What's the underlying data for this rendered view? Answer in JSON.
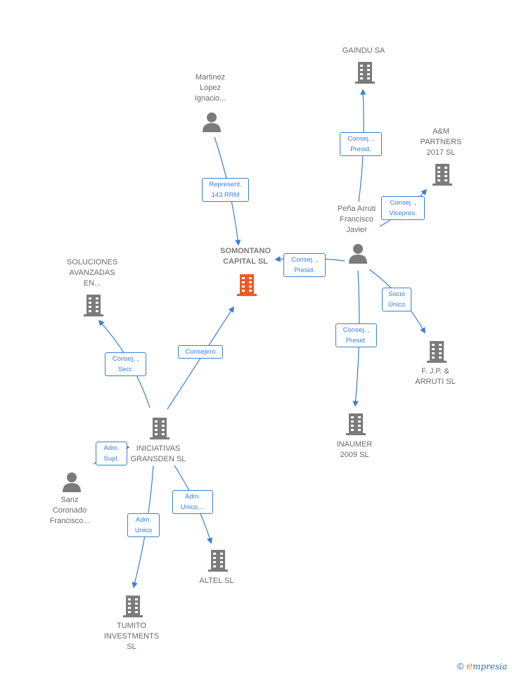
{
  "colors": {
    "edge": "#3a7fd5",
    "node_gray": "#7b7b7b",
    "focus": "#f05a22"
  },
  "nodes": {
    "somontano": {
      "label": "SOMONTANO\nCAPITAL  SL",
      "type": "company",
      "focus": true
    },
    "martinez": {
      "label": "Martinez\nLopez\nIgnacio...",
      "type": "person"
    },
    "gaindu": {
      "label": "GAINDU SA",
      "type": "company"
    },
    "am_partners": {
      "label": "A&M\nPARTNERS\n2017  SL",
      "type": "company"
    },
    "pena": {
      "label": "Peña Arruti\nFrancisco\nJavier",
      "type": "person"
    },
    "soluciones": {
      "label": "SOLUCIONES\nAVANZADAS\nEN...",
      "type": "company"
    },
    "fjp": {
      "label": "F. J.P. &\nARRUTI  SL",
      "type": "company"
    },
    "inaumer": {
      "label": "INAUMER\n2009 SL",
      "type": "company"
    },
    "iniciativas": {
      "label": "INICIATIVAS\nGRANSDEN  SL",
      "type": "company"
    },
    "sanz": {
      "label": "Sanz\nCoronado\nFrancisco...",
      "type": "person"
    },
    "altel": {
      "label": "ALTEL SL",
      "type": "company"
    },
    "tumito": {
      "label": "TUMITO\nINVESTMENTS\nSL",
      "type": "company"
    }
  },
  "edges": {
    "martinez_somontano": {
      "label": "Represent.\n143 RRM"
    },
    "pena_gaindu": {
      "label": "Consej. ,\nPresid."
    },
    "pena_am": {
      "label": "Consej. ,\nVicepres."
    },
    "pena_somontano": {
      "label": "Consej. ,\nPresid."
    },
    "pena_fjp": {
      "label": "Socio\nÚnico"
    },
    "pena_inaumer": {
      "label": "Consej. ,\nPresid."
    },
    "iniciativas_soluciones": {
      "label": "Consej. ,\nSecr."
    },
    "iniciativas_somontano": {
      "label": "Consejero"
    },
    "sanz_iniciativas": {
      "label": "Adm.\nSupl."
    },
    "iniciativas_altel": {
      "label": "Adm.\nUnico,..."
    },
    "iniciativas_tumito": {
      "label": "Adm.\nUnico"
    }
  },
  "footer": {
    "copyright": "©",
    "brand_e": "e",
    "brand_rest": "mpresia"
  }
}
